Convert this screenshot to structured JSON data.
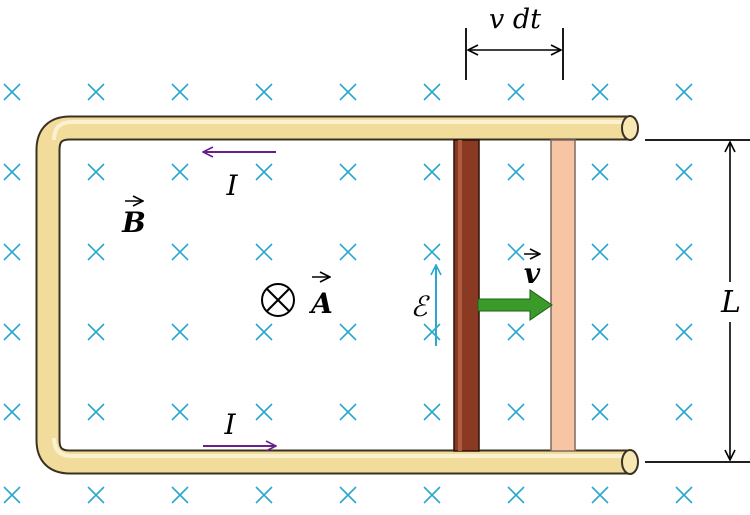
{
  "labels": {
    "displacement": "v dt",
    "length": "L",
    "current_top": "I",
    "current_bottom": "I",
    "field": "B",
    "area": "A",
    "emf": "ℰ",
    "velocity": "v"
  },
  "symbols": {
    "field_marker": "×",
    "into_page_icon": "circle-cross-icon"
  },
  "colors": {
    "field_marker": "#2aa8d0",
    "rail_fill": "#f2dc9c",
    "rail_edge": "#3a3122",
    "rod_current": "#8a3a22",
    "rod_ghost": "#f7c5a4",
    "current_arrow": "#6a1f8e",
    "emf_arrow": "#2aa8d0",
    "velocity_arrow": "#3a9a2a",
    "line": "#000000"
  }
}
